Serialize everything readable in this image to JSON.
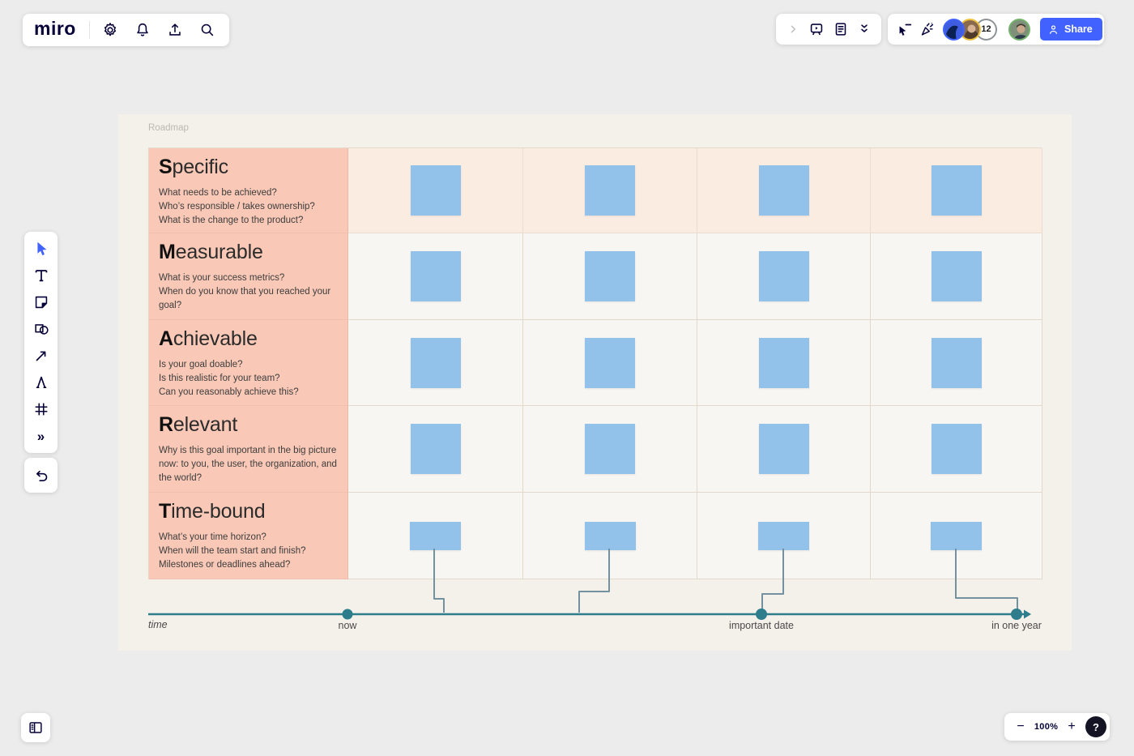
{
  "topbar_left": {
    "logo": "miro",
    "icons": [
      "settings",
      "notifications",
      "export",
      "search"
    ]
  },
  "topbar_right": {
    "icons_group1": [
      "collapse-chevron",
      "presentation",
      "notes",
      "hide-apps-double-chevron"
    ],
    "icons_group2": [
      "follow-cursor-off",
      "reactions-confetti"
    ],
    "avatar_overflow_count": "12",
    "share_label": "Share"
  },
  "toolbar": {
    "tools": [
      "select",
      "text",
      "sticky-note",
      "shapes",
      "connection-line",
      "pen",
      "frame",
      "more"
    ],
    "more_glyph": "»",
    "undo": "undo"
  },
  "frame": {
    "label": "Roadmap",
    "rows": [
      {
        "title": "Specific",
        "lines": [
          "What needs to be achieved?",
          "Who’s responsible / takes ownership?",
          "What is the change to the product?"
        ]
      },
      {
        "title": "Measurable",
        "lines": [
          "What is your success metrics?",
          "When do you know that you reached your goal?"
        ]
      },
      {
        "title": "Achievable",
        "lines": [
          "Is your goal doable?",
          "Is this realistic for your team?",
          "Can you reasonably achieve this?"
        ]
      },
      {
        "title": "Relevant",
        "lines": [
          "Why is this goal important in the big picture now: to you, the user, the organization, and the world?"
        ]
      },
      {
        "title": "Time-bound",
        "lines": [
          "What’s your time horizon?",
          "When will the team start and finish?",
          "Milestones or deadlines ahead?"
        ]
      }
    ],
    "timeline": {
      "time": "time",
      "now": "now",
      "important": "important date",
      "one_year": "in one year"
    }
  },
  "zoombar": {
    "minus": "−",
    "zoom_level": "100%",
    "plus": "+",
    "help": "?"
  },
  "colors": {
    "accent_blue": "#4262ff",
    "sticky_blue": "#92c1ea",
    "label_pink": "#f9c8b6",
    "row1_peach": "#faece1",
    "timeline_teal": "#2e7d8c",
    "connector": "#73919e",
    "icon_dark": "#050038"
  }
}
